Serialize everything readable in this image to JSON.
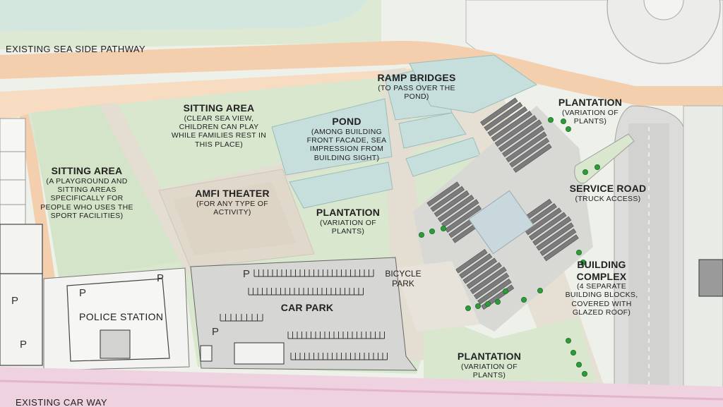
{
  "roads": {
    "sea_side_pathway": "EXISTING SEA SIDE PATHWAY",
    "car_way": "EXISTING CAR WAY"
  },
  "zones": {
    "sitting_area_left": {
      "title": "SITTING AREA",
      "desc": "(A PLAYGROUND AND SITTING AREAS SPECIFICALLY FOR PEOPLE WHO USES THE SPORT FACILITIES)"
    },
    "sitting_area_center": {
      "title": "SITTING AREA",
      "desc": "(CLEAR SEA VIEW, CHILDREN CAN PLAY WHILE FAMILIES REST IN THIS PLACE)"
    },
    "amfi_theater": {
      "title": "AMFI THEATER",
      "desc": "(FOR ANY TYPE OF ACTIVITY)"
    },
    "pond": {
      "title": "POND",
      "desc": "(AMONG BUILDING FRONT FACADE, SEA IMPRESSION FROM BUILDING SIGHT)"
    },
    "ramp_bridges": {
      "title": "RAMP BRIDGES",
      "desc": "(TO PASS OVER THE POND)"
    },
    "plantation_top": {
      "title": "PLANTATION",
      "desc": "(VARIATION OF PLANTS)"
    },
    "plantation_mid": {
      "title": "PLANTATION",
      "desc": "(VARIATION OF PLANTS)"
    },
    "plantation_bottom": {
      "title": "PLANTATION",
      "desc": "(VARIATION OF PLANTS)"
    },
    "service_road": {
      "title": "SERVICE ROAD",
      "desc": "(TRUCK ACCESS)"
    },
    "building_complex": {
      "title": "BUILDING COMPLEX",
      "desc": "(4 SEPARATE BUILDING BLOCKS, COVERED WITH GLAZED ROOF)"
    },
    "car_park": {
      "title": "CAR PARK"
    },
    "police_station": {
      "label": "POLICE  STATION"
    },
    "bicycle_park": {
      "line1": "BICYCLE",
      "line2": "PARK"
    }
  },
  "parking_symbol": "P",
  "colors": {
    "green": "#d9e7cf",
    "water": "#c6dfdc",
    "path": "#f4cfae",
    "plaza": "#e3ddd2",
    "parking": "#d6d6d4",
    "carway": "#efd2df",
    "roof": "#7b7b7b",
    "tree": "#2f9a3a"
  }
}
